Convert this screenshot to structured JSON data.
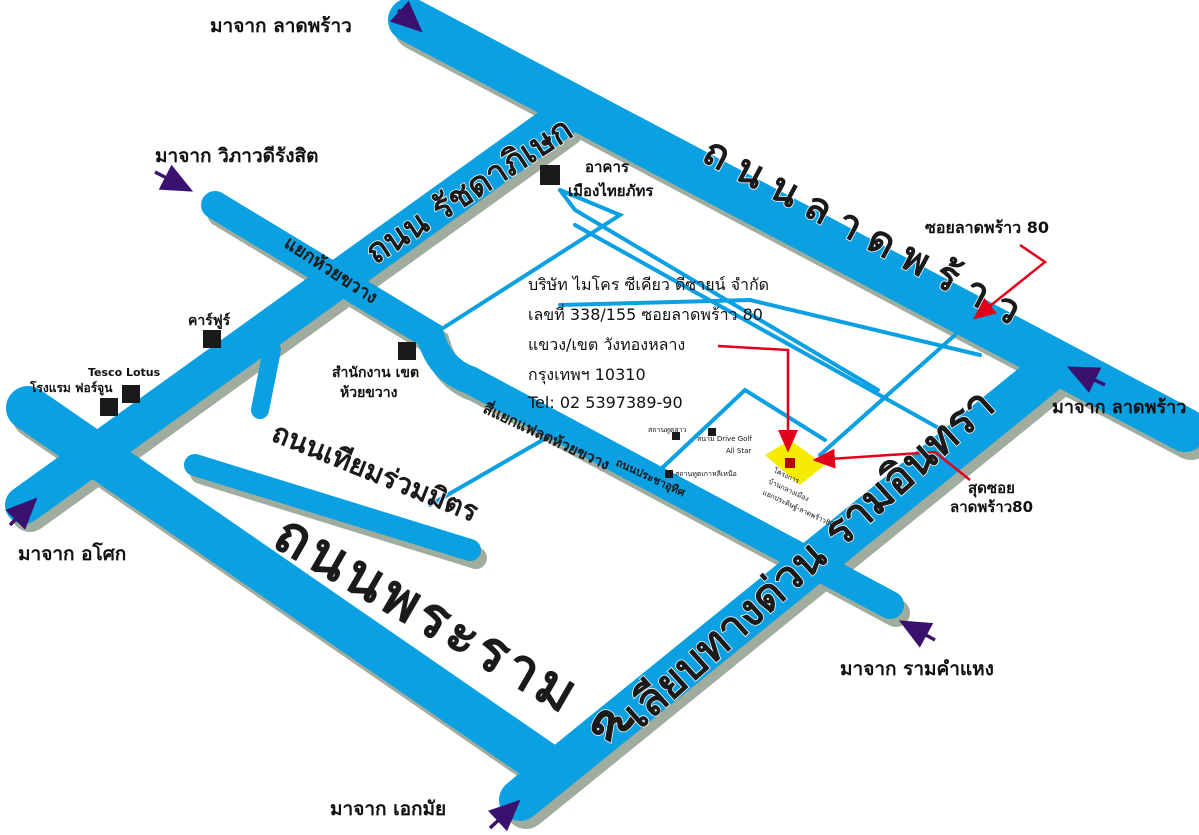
{
  "company": {
    "name": "บริษัท ไมโคร ซีเคียว ดีซายน์ จำกัด",
    "address1": "เลขที่ 338/155 ซอยลาดพร้าว 80",
    "address2": "แขวง/เขต วังทองหลาง",
    "address3": "กรุงเทพฯ 10310",
    "tel": "Tel: 02 5397389-90"
  },
  "roads": {
    "ladprao": "ถนนลาดพร้าว",
    "ratchada": "ถนน รัชดาภิเษก",
    "huaykwang_junction": "แยกห้วยขวาง",
    "tiamruammit": "ถนนเทียมร่วมมิตร",
    "rama9": "ถนนพระราม ๙",
    "ramindra_expressway": "เลียบทางด่วน รามอินทรา",
    "huaykwang_junction2": "สี่แยกแฟลตห้วยขวาง",
    "prachauthit": "ถนนประชาอุทิศ"
  },
  "directions": {
    "from_ladprao_top": "มาจาก ลาดพร้าว",
    "from_vibhavadi": "มาจาก วิภาวดีรังสิต",
    "from_ladprao_right": "มาจาก ลาดพร้าว",
    "from_asoke": "มาจาก อโศก",
    "from_ramkhamhaeng": "มาจาก รามคำแหง",
    "from_ekkamai": "มาจาก เอกมัย"
  },
  "landmarks": {
    "building": "อาคาร",
    "building2": "เมืองไทยภัทร",
    "carrefour": "คาร์ฟูร์",
    "tesco": "Tesco Lotus",
    "hotel": "โรงแรม ฟอร์จูน",
    "district_office": "สำนักงาน เขต",
    "district_office2": "ห้วยขวาง",
    "soi_ladprao80": "ซอยลาดพร้าว 80",
    "soi_end": "สุดซอย",
    "soi_end2": "ลาดพร้าว80",
    "driving_range": "สนาม Drive Golf",
    "driving_range2": "All Star",
    "small_place1": "สถานทูตลาว",
    "small_place2": "สถานทูตเกาหลีเหนือ",
    "destination1": "โครงการ",
    "destination2": "บ้านกลางเมือง",
    "destination3": "แยกประดิษฐ์-ลาดพร้าว80"
  },
  "colors": {
    "road": "#0aa0e2",
    "road_shadow": "#8f9e8c",
    "street": "#0aa0e2",
    "arrow_purple": "#3b1170",
    "arrow_red": "#e3001b",
    "destination": "#f5ec00",
    "building_block": "#1a1a1a"
  }
}
